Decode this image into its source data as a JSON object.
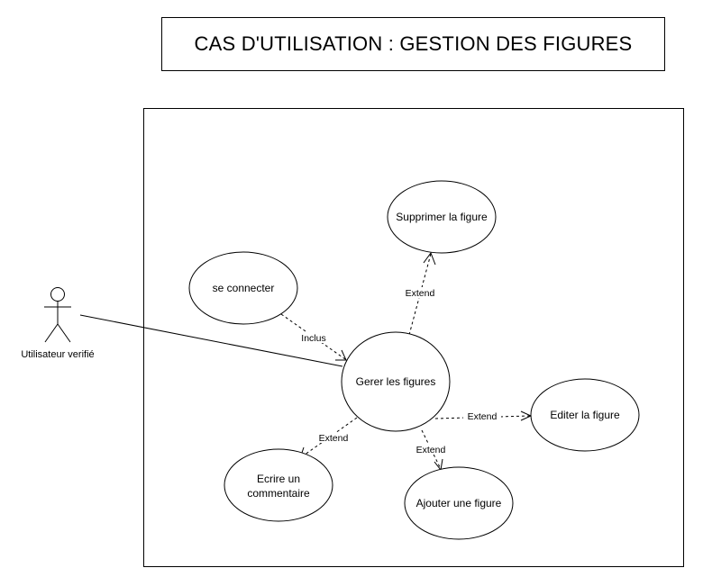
{
  "title": "CAS D'UTILISATION : GESTION DES FIGURES",
  "actor": {
    "label": "Utilisateur verifié",
    "icon": "stick-figure"
  },
  "use_cases": {
    "gerer": "Gerer les figures",
    "connecter": "se connecter",
    "supprimer": "Supprimer la figure",
    "editer": "Editer la figure",
    "ajouter": "Ajouter une figure",
    "ecrire_line1": "Ecrire un",
    "ecrire_line2": "commentaire"
  },
  "relations": {
    "inclus": "Inclus",
    "extend_supprimer": "Extend",
    "extend_editer": "Extend",
    "extend_ajouter": "Extend",
    "extend_ecrire": "Extend"
  },
  "colors": {
    "stroke": "#000000",
    "background": "#ffffff"
  }
}
